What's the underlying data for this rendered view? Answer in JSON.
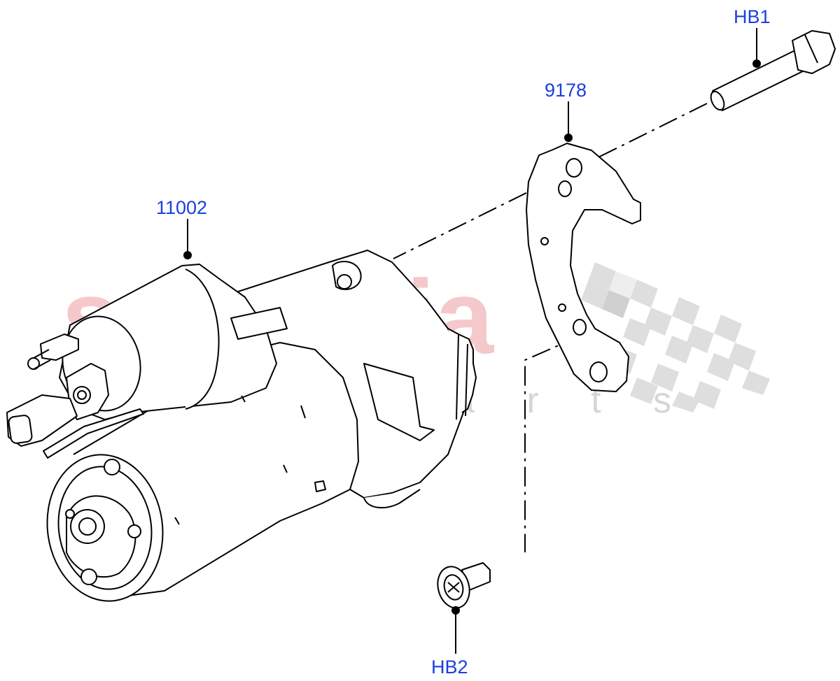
{
  "callouts": {
    "starter": "11002",
    "bracket": "9178",
    "bolt_upper": "HB1",
    "bolt_lower": "HB2"
  },
  "watermark": {
    "brand": "scuderia",
    "sub": "c a r p a r t s"
  },
  "colors": {
    "callout": "#1a3fe0",
    "line": "#000000",
    "watermark_red": "#f2b6bb",
    "watermark_grey": "#cfcfcf"
  },
  "icons": [
    "starter-motor-icon",
    "mounting-bracket-icon",
    "bolt-icon",
    "flange-screw-icon",
    "checkered-flag-icon"
  ]
}
